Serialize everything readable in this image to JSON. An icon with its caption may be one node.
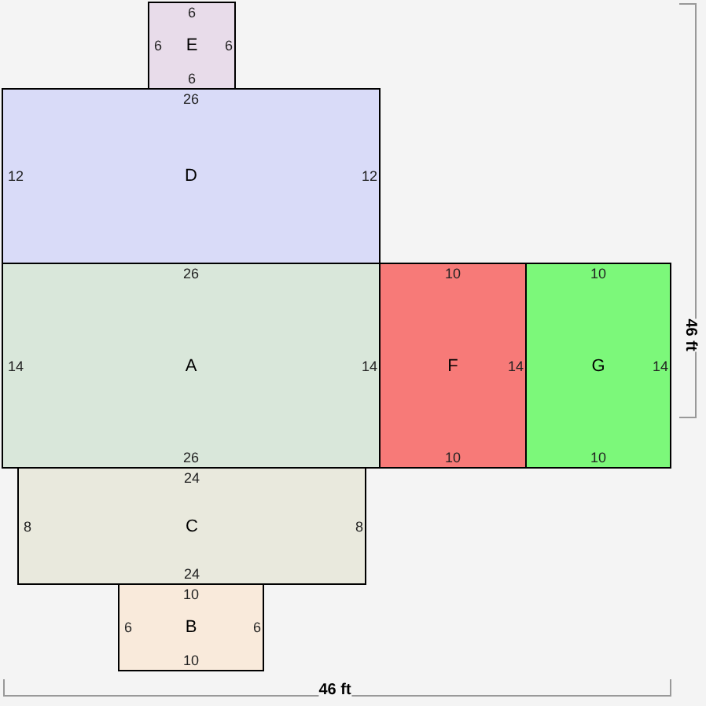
{
  "diagram": {
    "nodes": [
      {
        "text": [
          "6",
          "6",
          "E",
          "6",
          "6"
        ]
      },
      {
        "text": [
          "26",
          "12",
          "D",
          "12"
        ]
      },
      {
        "text": [
          "26",
          "14",
          "A",
          "14",
          "26"
        ]
      },
      {
        "text": [
          "10",
          "F",
          "14",
          "10"
        ]
      },
      {
        "text": [
          "10",
          "G",
          "14",
          "10"
        ]
      },
      {
        "text": [
          "24",
          "8",
          "C",
          "8",
          "24"
        ]
      },
      {
        "text": [
          "10",
          "6",
          "B",
          "6",
          "10"
        ]
      }
    ],
    "labels": [
      "46 ft",
      "46 ft"
    ]
  }
}
